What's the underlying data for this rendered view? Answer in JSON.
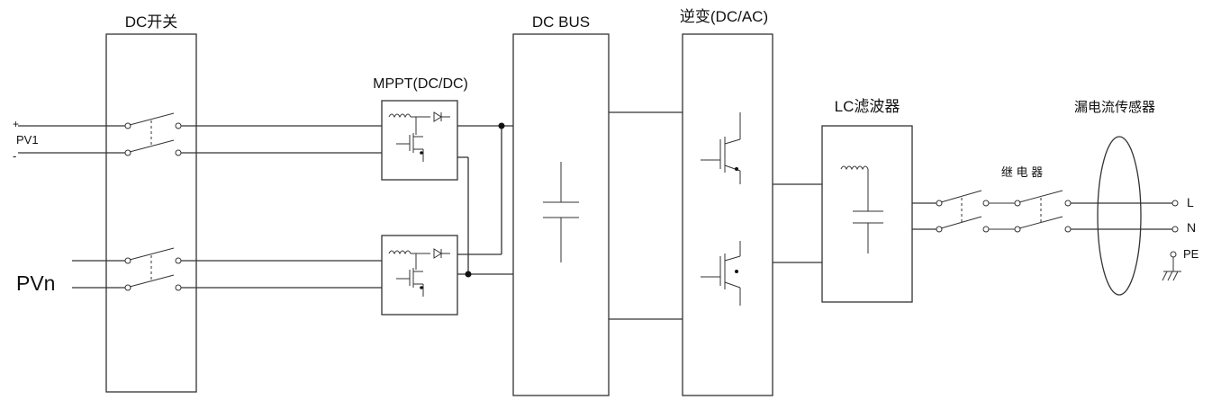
{
  "diagram": {
    "labels": {
      "dc_switch": "DC开关",
      "mppt": "MPPT(DC/DC)",
      "dc_bus": "DC BUS",
      "inverter": "逆变(DC/AC)",
      "lc_filter": "LC滤波器",
      "relay": "继 电 器",
      "leakage_sensor": "漏电流传感器"
    },
    "inputs": {
      "pv1": "PV1",
      "pvn": "PVn",
      "plus": "+",
      "minus": "-"
    },
    "outputs": {
      "line": "L",
      "neutral": "N",
      "earth": "PE"
    }
  }
}
